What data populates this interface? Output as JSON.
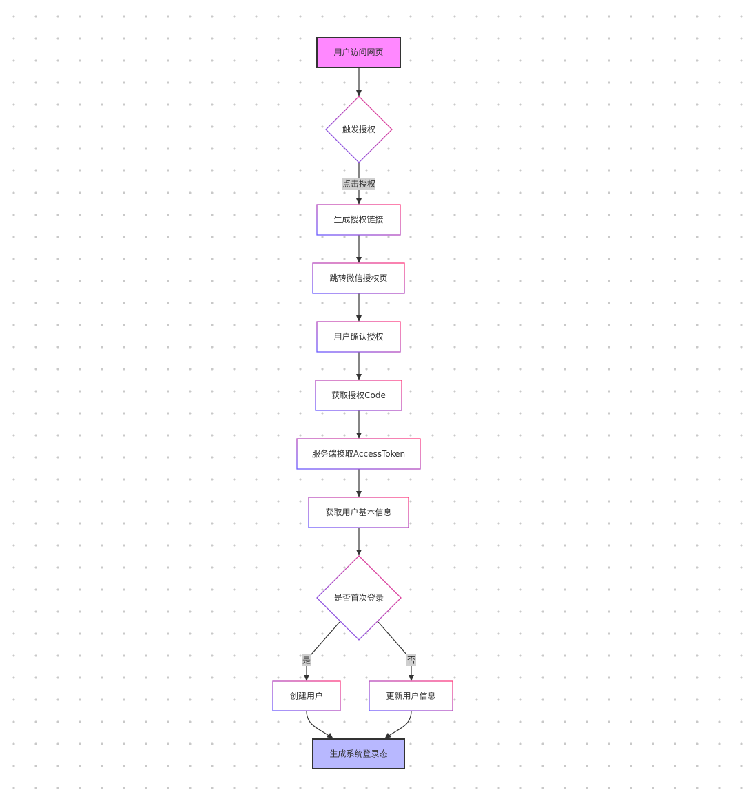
{
  "diagram": {
    "nodes": {
      "visit": "用户访问网页",
      "trigger": "触发授权",
      "gen_link": "生成授权链接",
      "jump": "跳转微信授权页",
      "confirm": "用户确认授权",
      "get_code": "获取授权Code",
      "exchange": "服务端换取AccessToken",
      "get_info": "获取用户基本信息",
      "first_login": "是否首次登录",
      "create_user": "创建用户",
      "update_user": "更新用户信息",
      "gen_state": "生成系统登录态"
    },
    "edge_labels": {
      "click_auth": "点击授权",
      "yes": "是",
      "no": "否"
    },
    "colors": {
      "start_fill": "#ff88ff",
      "end_fill": "#b8b8ff",
      "gradient_start": "#6b5cff",
      "gradient_end": "#ff3d7f",
      "edge": "#333333",
      "edge_label_bg": "#cfcfcf"
    }
  }
}
